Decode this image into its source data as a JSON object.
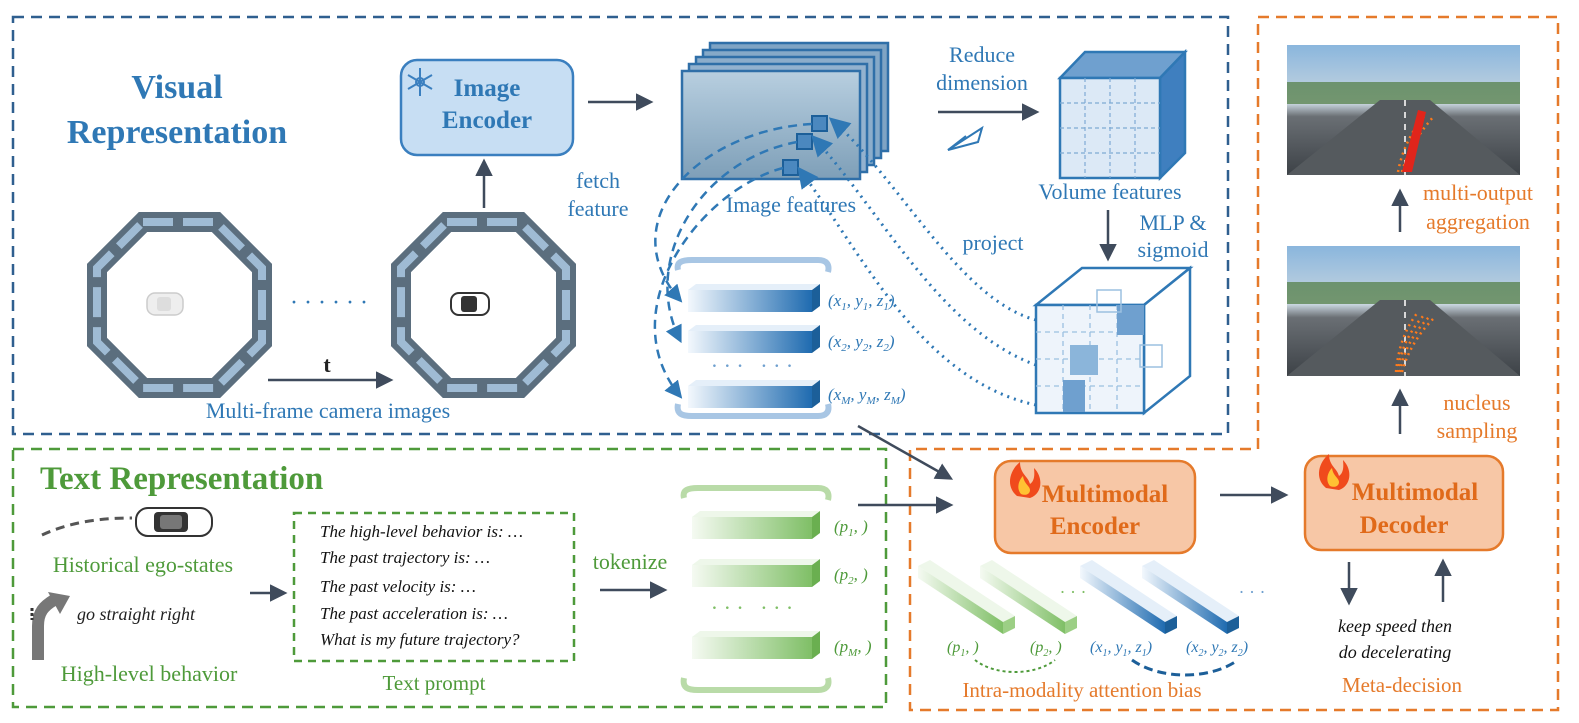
{
  "visual": {
    "title_line1": "Visual",
    "title_line2": "Representation",
    "image_encoder_line1": "Image",
    "image_encoder_line2": "Encoder",
    "camera_caption": "Multi-frame camera images",
    "time_label": "t",
    "frame_ellipsis": "· · · · · ·",
    "image_features": "Image features",
    "fetch_line1": "fetch",
    "fetch_line2": "feature",
    "reduce_line1": "Reduce",
    "reduce_line2": "dimension",
    "volume_features": "Volume features",
    "mlp_line1": "MLP &",
    "mlp_line2": "sigmoid",
    "project": "project",
    "token_ellipsis": "· · ·   · · ·",
    "coords": [
      {
        "x": "x",
        "y": "y",
        "z": "z",
        "sub": "1"
      },
      {
        "x": "x",
        "y": "y",
        "z": "z",
        "sub": "2"
      },
      {
        "x": "x",
        "y": "y",
        "z": "z",
        "sub": "M"
      }
    ]
  },
  "text": {
    "title": "Text Representation",
    "historical": "Historical ego-states",
    "go_straight": "go straight right",
    "high_level": "High-level behavior",
    "prompt_lines": [
      "The high-level behavior is: …",
      "The past trajectory is: …",
      "The past velocity is: …",
      "The past acceleration is: …",
      "What is my future trajectory?"
    ],
    "prompt_caption": "Text prompt",
    "tokenize": "tokenize",
    "token_ellipsis": "· · ·   · · ·",
    "p_tokens": [
      {
        "sub": "1"
      },
      {
        "sub": "2"
      },
      {
        "sub": "M"
      }
    ]
  },
  "multimodal": {
    "encoder_line1": "Multimodal",
    "encoder_line2": "Encoder",
    "decoder_line1": "Multimodal",
    "decoder_line2": "Decoder",
    "attn_caption": "Intra-modality attention bias",
    "attn_p1_sub": "1",
    "attn_p2_sub": "2",
    "attn_x1_sub": "1",
    "attn_x2_sub": "2",
    "bar_dots": "· · ·",
    "meta_line1": "keep speed then",
    "meta_line2": "do decelerating",
    "meta_caption": "Meta-decision",
    "nucleus_line1": "nucleus",
    "nucleus_line2": "sampling",
    "multi_line1": "multi-output",
    "multi_line2": "aggregation"
  },
  "colors": {
    "blue": "#2f78b5",
    "blue_dark": "#1c5f99",
    "green": "#4e9a3a",
    "orange": "#e57a2b",
    "arrow": "#3f4b5c"
  }
}
